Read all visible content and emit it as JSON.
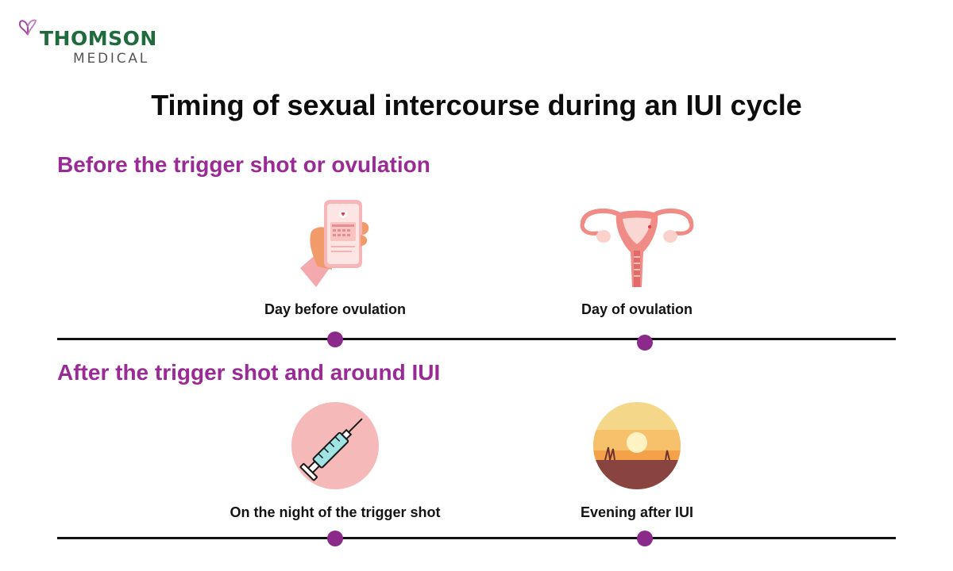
{
  "brand": {
    "name_line1": "THOMSON",
    "name_line2": "MEDICAL",
    "logo_icon": "butterfly-icon"
  },
  "title": "Timing of sexual intercourse during an IUI cycle",
  "colors": {
    "accent_purple": "#9a2a95",
    "dot_purple": "#8b2a8b",
    "brand_green": "#1f6b3b",
    "line": "#111111"
  },
  "sections": [
    {
      "title": "Before the trigger shot or ovulation",
      "events": [
        {
          "label": "Day before ovulation",
          "icon": "phone-calendar-icon"
        },
        {
          "label": "Day of ovulation",
          "icon": "uterus-icon"
        }
      ]
    },
    {
      "title": "After the trigger shot and around IUI",
      "events": [
        {
          "label": "On the night of the trigger shot",
          "icon": "syringe-icon"
        },
        {
          "label": "Evening after IUI",
          "icon": "sunset-icon"
        }
      ]
    }
  ]
}
